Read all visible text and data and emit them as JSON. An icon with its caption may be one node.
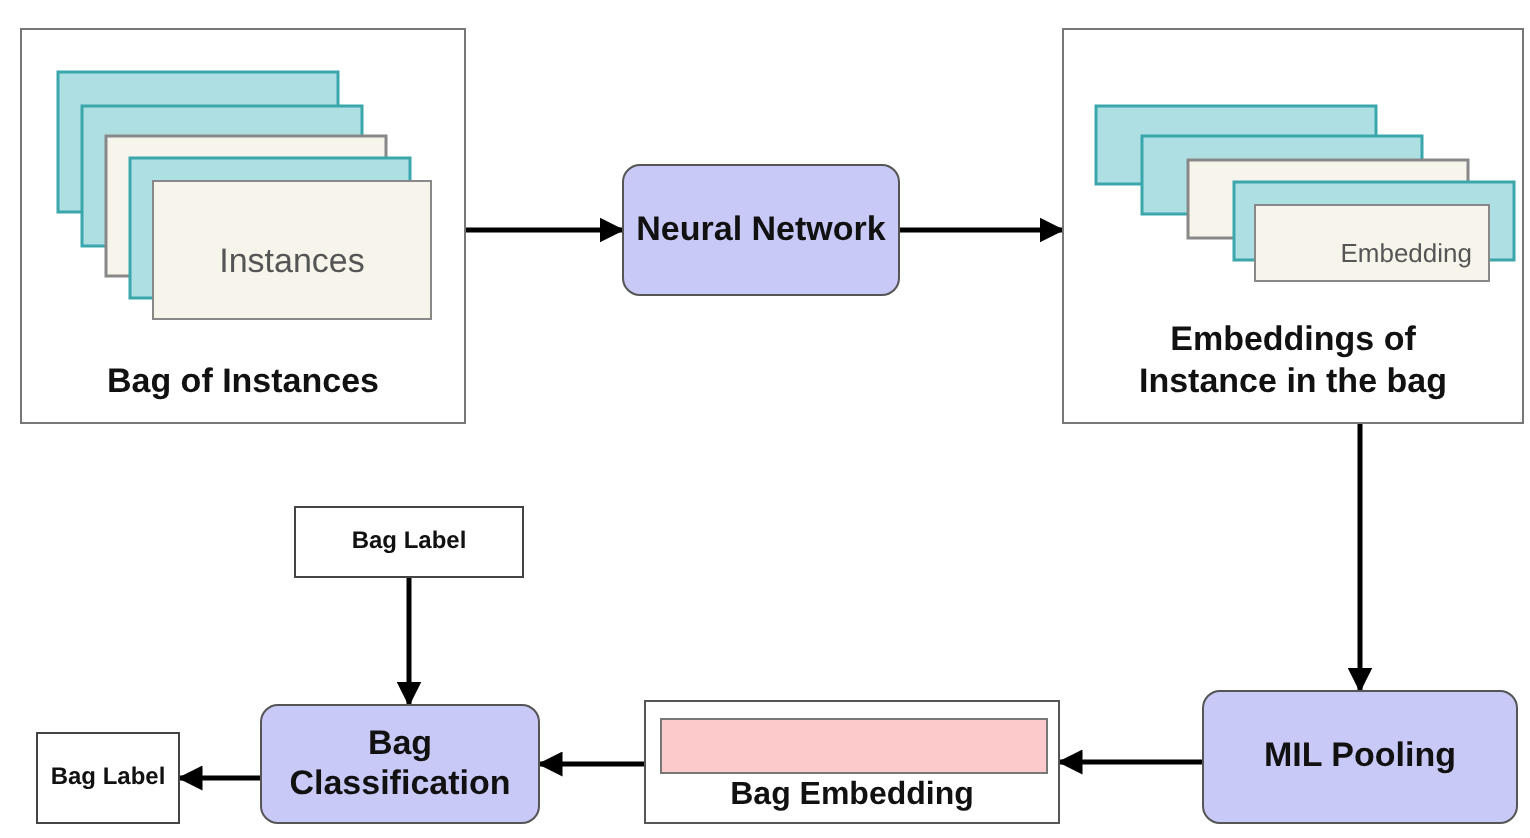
{
  "diagram": {
    "nodes": [
      {
        "text": [
          "Bag of Instances"
        ]
      },
      {
        "text": [
          "Instances"
        ],
        "in": 0
      },
      {
        "text": [
          "Neural Network"
        ]
      },
      {
        "text": [
          "Embeddings of Instance in the bag"
        ]
      },
      {
        "text": [
          "Embedding"
        ],
        "in": 3
      },
      {
        "text": [
          "MIL Pooling"
        ]
      },
      {
        "text": [
          "Bag Embedding"
        ]
      },
      {
        "text": [
          "Bag Classification"
        ]
      },
      {
        "text": [
          "Bag Label"
        ]
      },
      {
        "text": [
          "Bag Label"
        ]
      },
      {
        "text": [],
        "shape": "bar",
        "in": 6
      }
    ],
    "edges": [
      {
        "from": 0,
        "to": 2,
        "arrow": "to"
      },
      {
        "from": 2,
        "to": 3,
        "arrow": "to"
      },
      {
        "from": 3,
        "to": 5,
        "arrow": "to"
      },
      {
        "from": 5,
        "to": 6,
        "arrow": "to"
      },
      {
        "from": 6,
        "to": 7,
        "arrow": "to"
      },
      {
        "from": 8,
        "to": 7,
        "arrow": "to"
      },
      {
        "from": 7,
        "to": 9,
        "arrow": "to"
      }
    ]
  }
}
